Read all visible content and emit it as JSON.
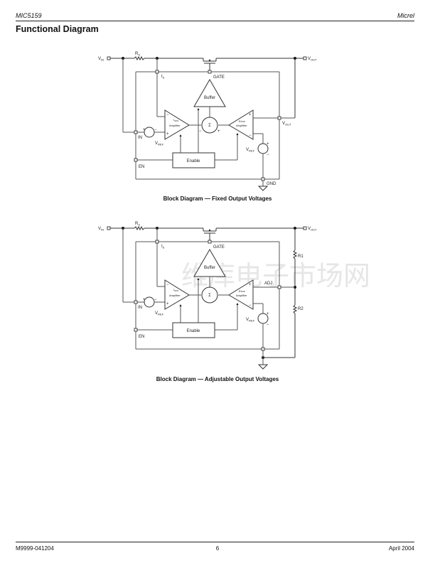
{
  "header": {
    "part_number": "MIC5159",
    "company": "Micrel"
  },
  "section_title": "Functional Diagram",
  "diagrams": [
    {
      "caption": "Block Diagram — Fixed Output Voltages",
      "labels": {
        "vin": "V",
        "vin_sub": "IN",
        "rs": "R",
        "rs_sub": "S",
        "vout": "V",
        "vout_sub": "OUT",
        "is": "I",
        "is_sub": "S",
        "gate": "GATE",
        "buffer": "Buffer",
        "isns_amp_1": "I",
        "isns_amp_sub": "SNS",
        "isns_amp_2": "Amplifier",
        "sigma": "Σ",
        "error_amp_1": "Error",
        "error_amp_2": "Amplifier",
        "vout_node": "V",
        "vout_node_sub": "OUT",
        "in": "IN",
        "vref": "V",
        "vref_sub": "REF",
        "vref2": "V",
        "vref2_sub": "REF",
        "enable": "Enable",
        "en": "EN",
        "gnd": "GND",
        "plus": "+",
        "minus": "−"
      }
    },
    {
      "caption": "Block Diagram — Adjustable Output Voltages",
      "labels": {
        "vin": "V",
        "vin_sub": "IN",
        "rs": "R",
        "rs_sub": "S",
        "vout": "V",
        "vout_sub": "OUT",
        "is": "I",
        "is_sub": "S",
        "gate": "GATE",
        "buffer": "Buffer",
        "isns_amp_1": "I",
        "isns_amp_sub": "SNS",
        "isns_amp_2": "Amplifier",
        "sigma": "Σ",
        "error_amp_1": "Error",
        "error_amp_2": "Amplifier",
        "adj": "ADJ.",
        "r1": "R1",
        "r2": "R2",
        "in": "IN",
        "vref": "V",
        "vref_sub": "REF",
        "vref2": "V",
        "vref2_sub": "REF",
        "enable": "Enable",
        "en": "EN",
        "plus": "+",
        "minus": "−"
      }
    }
  ],
  "watermark": "维库电子市场网",
  "footer": {
    "doc_number": "M9999-041204",
    "page": "6",
    "date": "April 2004"
  }
}
